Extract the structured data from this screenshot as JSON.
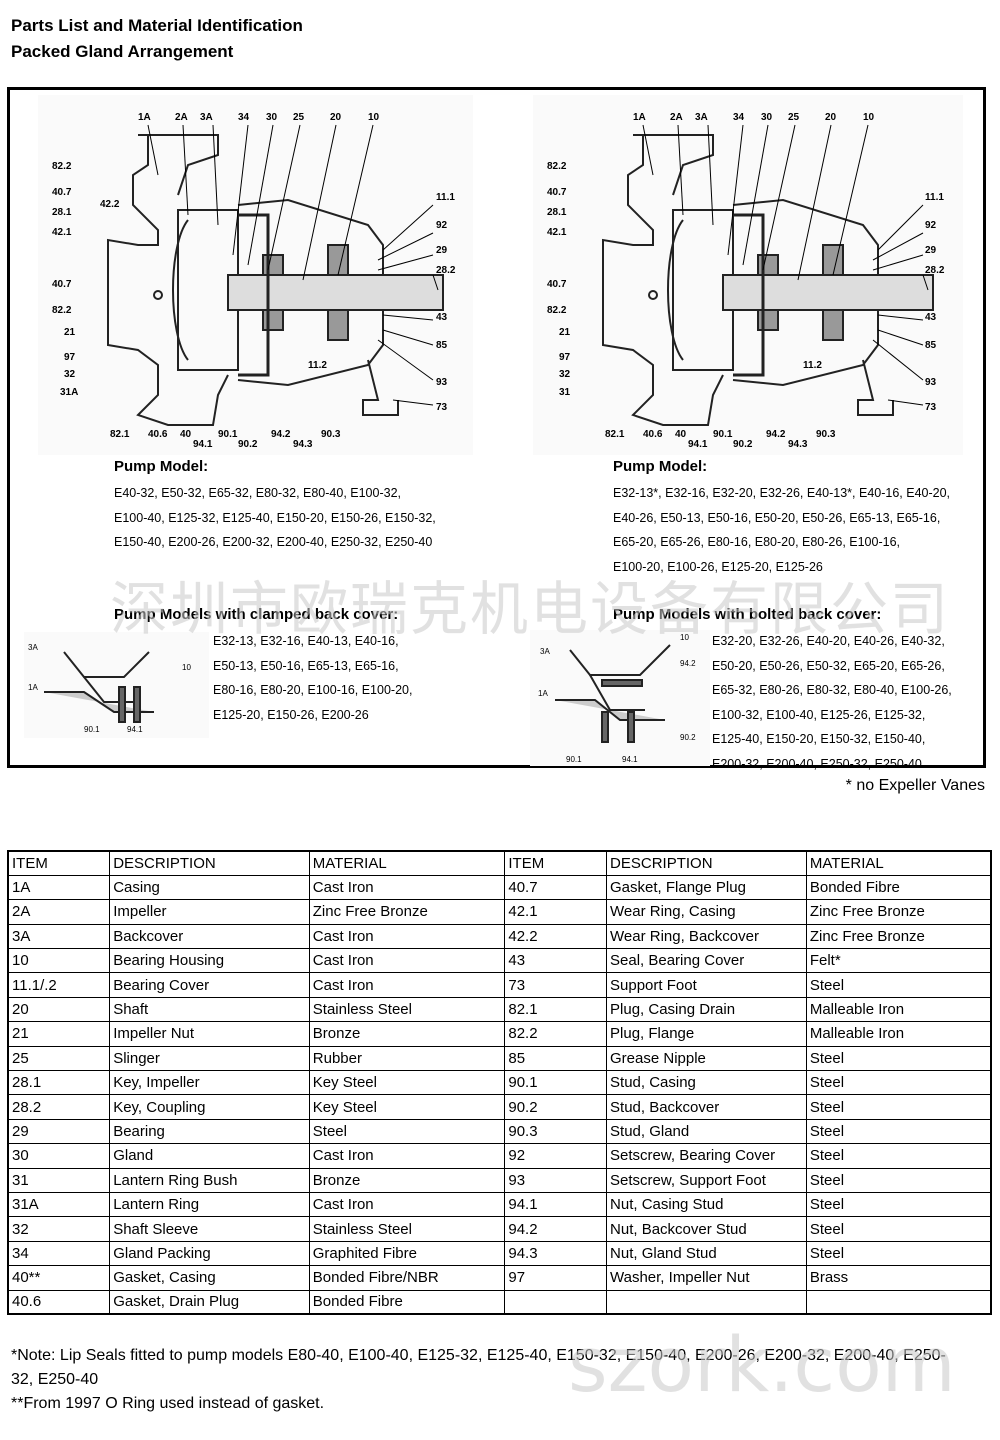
{
  "header": {
    "title_line1": "Parts List and Material Identification",
    "title_line2": "Packed Gland Arrangement"
  },
  "diagram_left": {
    "top_labels": [
      "1A",
      "2A",
      "3A",
      "34",
      "30",
      "25",
      "20",
      "10"
    ],
    "left_labels": [
      "82.2",
      "40.7",
      "42.2",
      "28.1",
      "42.1",
      "40.7",
      "82.2",
      "21",
      "97",
      "32",
      "31A"
    ],
    "right_labels": [
      "11.1",
      "92",
      "29",
      "28.2",
      "43",
      "85",
      "93",
      "73"
    ],
    "bottom_labels": [
      "82.1",
      "40.6",
      "40",
      "94.1",
      "90.1",
      "90.2",
      "94.2",
      "94.3",
      "90.3"
    ],
    "mid_labels": [
      "11.2"
    ]
  },
  "diagram_right": {
    "top_labels": [
      "1A",
      "2A",
      "3A",
      "34",
      "30",
      "25",
      "20",
      "10"
    ],
    "left_labels": [
      "82.2",
      "40.7",
      "28.1",
      "42.1",
      "40.7",
      "82.2",
      "21",
      "97",
      "32",
      "31"
    ],
    "right_labels": [
      "11.1",
      "92",
      "29",
      "28.2",
      "43",
      "85",
      "93",
      "73"
    ],
    "bottom_labels": [
      "82.1",
      "40.6",
      "40",
      "94.1",
      "90.1",
      "90.2",
      "94.2",
      "94.3",
      "90.3"
    ],
    "mid_labels": [
      "11.2"
    ]
  },
  "models_left": {
    "heading": "Pump Model:",
    "lines": [
      "E40-32, E50-32, E65-32, E80-32, E80-40, E100-32,",
      "E100-40, E125-32, E125-40, E150-20, E150-26, E150-32,",
      "E150-40, E200-26, E200-32, E200-40, E250-32, E250-40"
    ]
  },
  "models_right": {
    "heading": "Pump Model:",
    "lines": [
      "E32-13*, E32-16, E32-20, E32-26, E40-13*, E40-16, E40-20,",
      "E40-26, E50-13, E50-16, E50-20, E50-26, E65-13, E65-16,",
      "E65-20, E65-26, E80-16, E80-20, E80-26, E100-16,",
      "E100-20, E100-26, E125-20, E125-26"
    ]
  },
  "clamped": {
    "heading": "Pump Models with clamped back cover:",
    "lines": [
      "E32-13, E32-16, E40-13, E40-16,",
      "E50-13, E50-16, E65-13, E65-16,",
      "E80-16, E80-20, E100-16, E100-20,",
      "E125-20, E150-26, E200-26"
    ],
    "inset_labels": [
      "3A",
      "10",
      "1A",
      "90.1",
      "94.1"
    ]
  },
  "bolted": {
    "heading": "Pump Models with bolted back cover:",
    "lines": [
      "E32-20, E32-26, E40-20, E40-26, E40-32,",
      "E50-20, E50-26, E50-32, E65-20, E65-26,",
      "E65-32, E80-26, E80-32, E80-40, E100-26,",
      "E100-32, E100-40, E125-26, E125-32,",
      "E125-40, E150-20, E150-32, E150-40,",
      "E200-32, E200-40, E250-32, E250-40"
    ],
    "inset_labels": [
      "10",
      "3A",
      "94.2",
      "1A",
      "90.2",
      "90.1",
      "94.1"
    ]
  },
  "footnote_star": "* no Expeller Vanes",
  "watermark": {
    "cn": "深圳市欧瑞克机电设备有限公司",
    "url": "szork.com"
  },
  "table": {
    "headers": [
      "ITEM",
      "DESCRIPTION",
      "MATERIAL",
      "ITEM",
      "DESCRIPTION",
      "MATERIAL"
    ],
    "rows": [
      [
        "1A",
        "Casing",
        "Cast Iron",
        "40.7",
        "Gasket, Flange Plug",
        "Bonded Fibre"
      ],
      [
        "2A",
        "Impeller",
        "Zinc Free Bronze",
        "42.1",
        "Wear Ring, Casing",
        "Zinc Free Bronze"
      ],
      [
        "3A",
        "Backcover",
        "Cast Iron",
        "42.2",
        "Wear Ring, Backcover",
        "Zinc Free Bronze"
      ],
      [
        "10",
        "Bearing Housing",
        "Cast Iron",
        "43",
        "Seal, Bearing Cover",
        "Felt*"
      ],
      [
        "11.1/.2",
        "Bearing Cover",
        "Cast Iron",
        "73",
        "Support Foot",
        "Steel"
      ],
      [
        "20",
        "Shaft",
        "Stainless Steel",
        "82.1",
        "Plug, Casing Drain",
        "Malleable Iron"
      ],
      [
        "21",
        "Impeller Nut",
        "Bronze",
        "82.2",
        "Plug, Flange",
        "Malleable Iron"
      ],
      [
        "25",
        "Slinger",
        "Rubber",
        "85",
        "Grease Nipple",
        "Steel"
      ],
      [
        "28.1",
        "Key, Impeller",
        "Key Steel",
        "90.1",
        "Stud, Casing",
        "Steel"
      ],
      [
        "28.2",
        "Key, Coupling",
        "Key Steel",
        "90.2",
        "Stud, Backcover",
        "Steel"
      ],
      [
        "29",
        "Bearing",
        "Steel",
        "90.3",
        "Stud, Gland",
        "Steel"
      ],
      [
        "30",
        "Gland",
        "Cast Iron",
        "92",
        "Setscrew, Bearing Cover",
        "Steel"
      ],
      [
        "31",
        "Lantern Ring Bush",
        "Bronze",
        "93",
        "Setscrew, Support Foot",
        "Steel"
      ],
      [
        "31A",
        "Lantern Ring",
        "Cast Iron",
        "94.1",
        "Nut, Casing Stud",
        "Steel"
      ],
      [
        "32",
        "Shaft Sleeve",
        "Stainless Steel",
        "94.2",
        "Nut, Backcover Stud",
        "Steel"
      ],
      [
        "34",
        "Gland Packing",
        "Graphited Fibre",
        "94.3",
        "Nut, Gland Stud",
        "Steel"
      ],
      [
        "40**",
        "Gasket, Casing",
        "Bonded Fibre/NBR",
        "97",
        "Washer, Impeller Nut",
        "Brass"
      ],
      [
        "40.6",
        "Gasket, Drain Plug",
        "Bonded Fibre",
        "",
        "",
        ""
      ]
    ]
  },
  "notes": {
    "note1": "*Note: Lip Seals fitted to pump models E80-40, E100-40, E125-32, E125-40, E150-32, E150-40, E200-26, E200-32, E200-40, E250-32, E250-40",
    "note2": "**From 1997 O Ring used instead of gasket."
  }
}
